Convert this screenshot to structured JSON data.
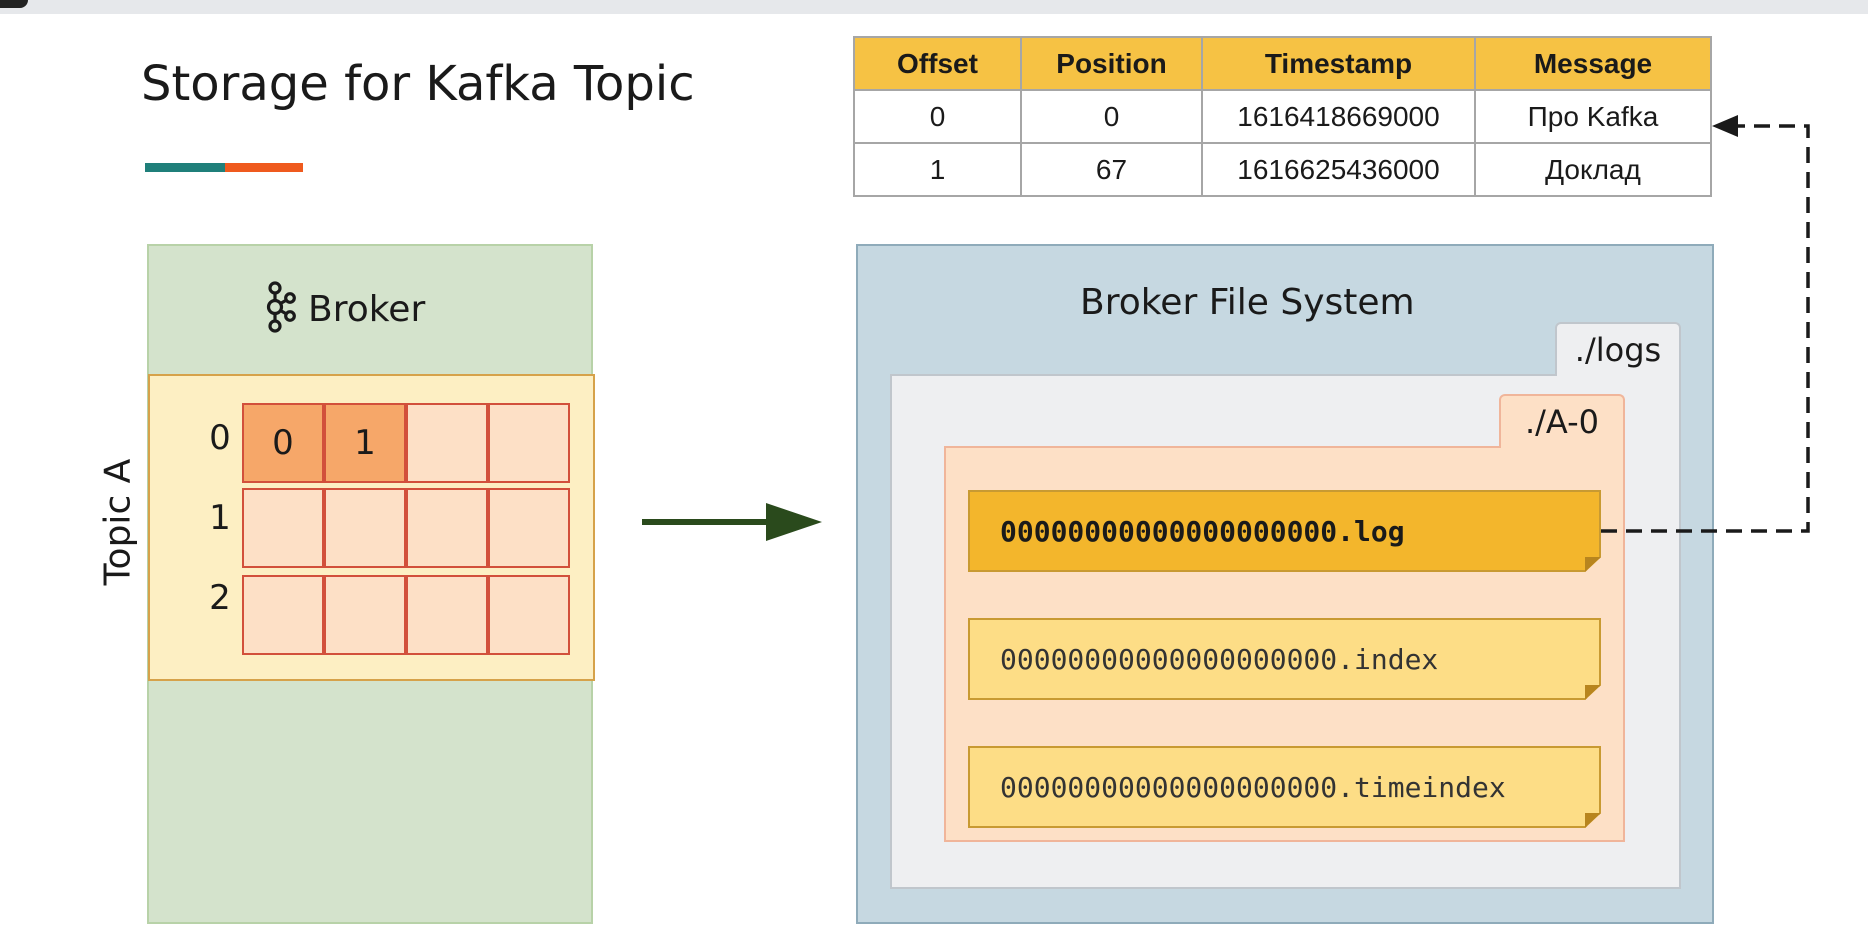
{
  "title": "Storage for Kafka Topic",
  "colors": {
    "accent_teal": "#1f7f7a",
    "accent_orange": "#ef5a1e"
  },
  "broker": {
    "label": "Broker",
    "icon": "kafka-logo-icon",
    "topic_label": "Topic A",
    "partitions": [
      {
        "label": "0",
        "cells": [
          "0",
          "1",
          "",
          ""
        ]
      },
      {
        "label": "1",
        "cells": [
          "",
          "",
          "",
          ""
        ]
      },
      {
        "label": "2",
        "cells": [
          "",
          "",
          "",
          ""
        ]
      }
    ]
  },
  "file_system": {
    "title": "Broker File System",
    "logs_folder": "./logs",
    "partition_folder": "./A-0",
    "files": [
      {
        "name": "00000000000000000000.log",
        "highlighted": true
      },
      {
        "name": "00000000000000000000.index",
        "highlighted": false
      },
      {
        "name": "00000000000000000000.timeindex",
        "highlighted": false
      }
    ]
  },
  "table": {
    "headers": [
      "Offset",
      "Position",
      "Timestamp",
      "Message"
    ],
    "rows": [
      [
        "0",
        "0",
        "1616418669000",
        "Про Kafka"
      ],
      [
        "1",
        "67",
        "1616625436000",
        "Доклад"
      ]
    ]
  }
}
